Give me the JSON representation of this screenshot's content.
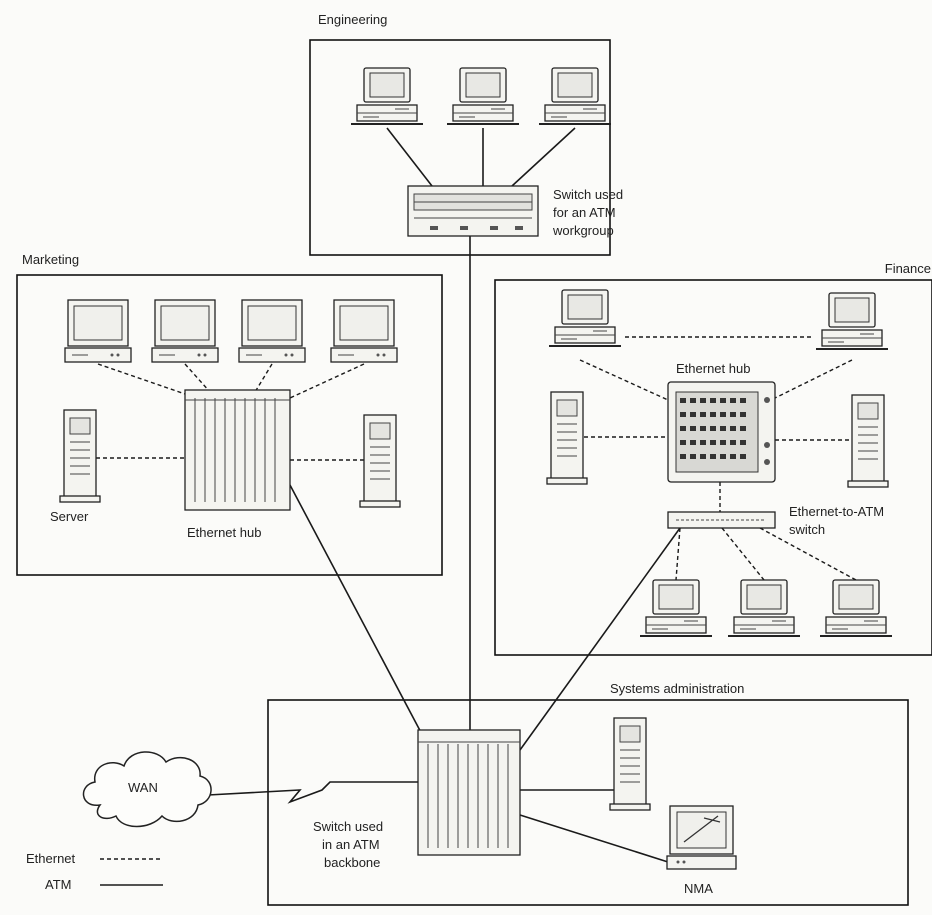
{
  "regions": {
    "engineering": "Engineering",
    "marketing": "Marketing",
    "finance": "Finance",
    "systems_admin": "Systems administration"
  },
  "labels": {
    "switch_workgroup": [
      "Switch used",
      "for an ATM",
      "workgroup"
    ],
    "server": "Server",
    "marketing_hub": "Ethernet hub",
    "finance_hub": "Ethernet hub",
    "eth_atm_switch": [
      "Ethernet-to-ATM",
      "switch"
    ],
    "wan": "WAN",
    "switch_backbone": [
      "Switch used",
      "in an ATM",
      "backbone"
    ],
    "nma": "NMA"
  },
  "legend": {
    "ethernet": "Ethernet",
    "atm": "ATM"
  }
}
